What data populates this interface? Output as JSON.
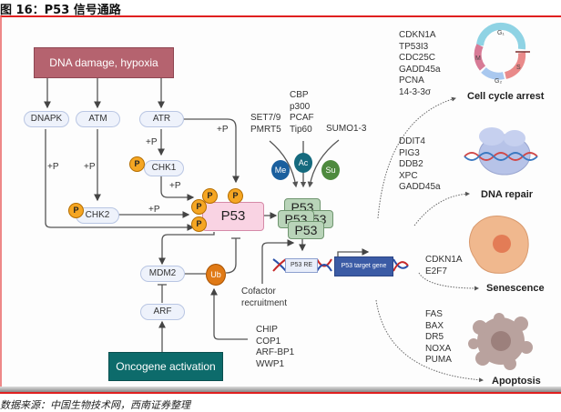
{
  "figure": {
    "title": "图 16：P53 信号通路",
    "source": "数据来源：中国生物技术网，西南证券整理"
  },
  "stimuli": {
    "dna_damage": "DNA damage, hypoxia",
    "oncogene": "Oncogene activation"
  },
  "kinases": {
    "dnapk": "DNAPK",
    "atm": "ATM",
    "atr": "ATR",
    "chk1": "CHK1",
    "chk2": "CHK2"
  },
  "phospho_label": "+P",
  "phospho_badge": "P",
  "p53": "P53",
  "regulators": {
    "mdm2": "MDM2",
    "arf": "ARF",
    "ub": "Ub",
    "e3_ligases": [
      "CHIP",
      "COP1",
      "ARF-BP1",
      "WWP1"
    ]
  },
  "modifications": {
    "methylases": [
      "SET7/9",
      "PMRT5"
    ],
    "acetylases": [
      "CBP",
      "p300",
      "PCAF",
      "Tip60"
    ],
    "sumo": [
      "SUMO1-3"
    ],
    "me": "Me",
    "ac": "Ac",
    "su": "Su"
  },
  "transcription": {
    "cofactor": [
      "Cofactor",
      "recruitment"
    ],
    "p53_re": "P53 RE",
    "target_gene": "P53 target gene"
  },
  "outcomes": [
    {
      "name": "Cell cycle arrest",
      "genes": [
        "CDKN1A",
        "TP53I3",
        "CDC25C",
        "GADD45a",
        "PCNA",
        "14-3-3σ"
      ]
    },
    {
      "name": "DNA repair",
      "genes": [
        "DDIT4",
        "PIG3",
        "DDB2",
        "XPC",
        "GADD45a"
      ]
    },
    {
      "name": "Senescence",
      "genes": [
        "CDKN1A",
        "E2F7"
      ]
    },
    {
      "name": "Apoptosis",
      "genes": [
        "FAS",
        "BAX",
        "DR5",
        "NOXA",
        "PUMA"
      ]
    }
  ],
  "cell_cycle": {
    "g1": "G₁",
    "s": "S",
    "g2": "G₂",
    "m": "M"
  }
}
